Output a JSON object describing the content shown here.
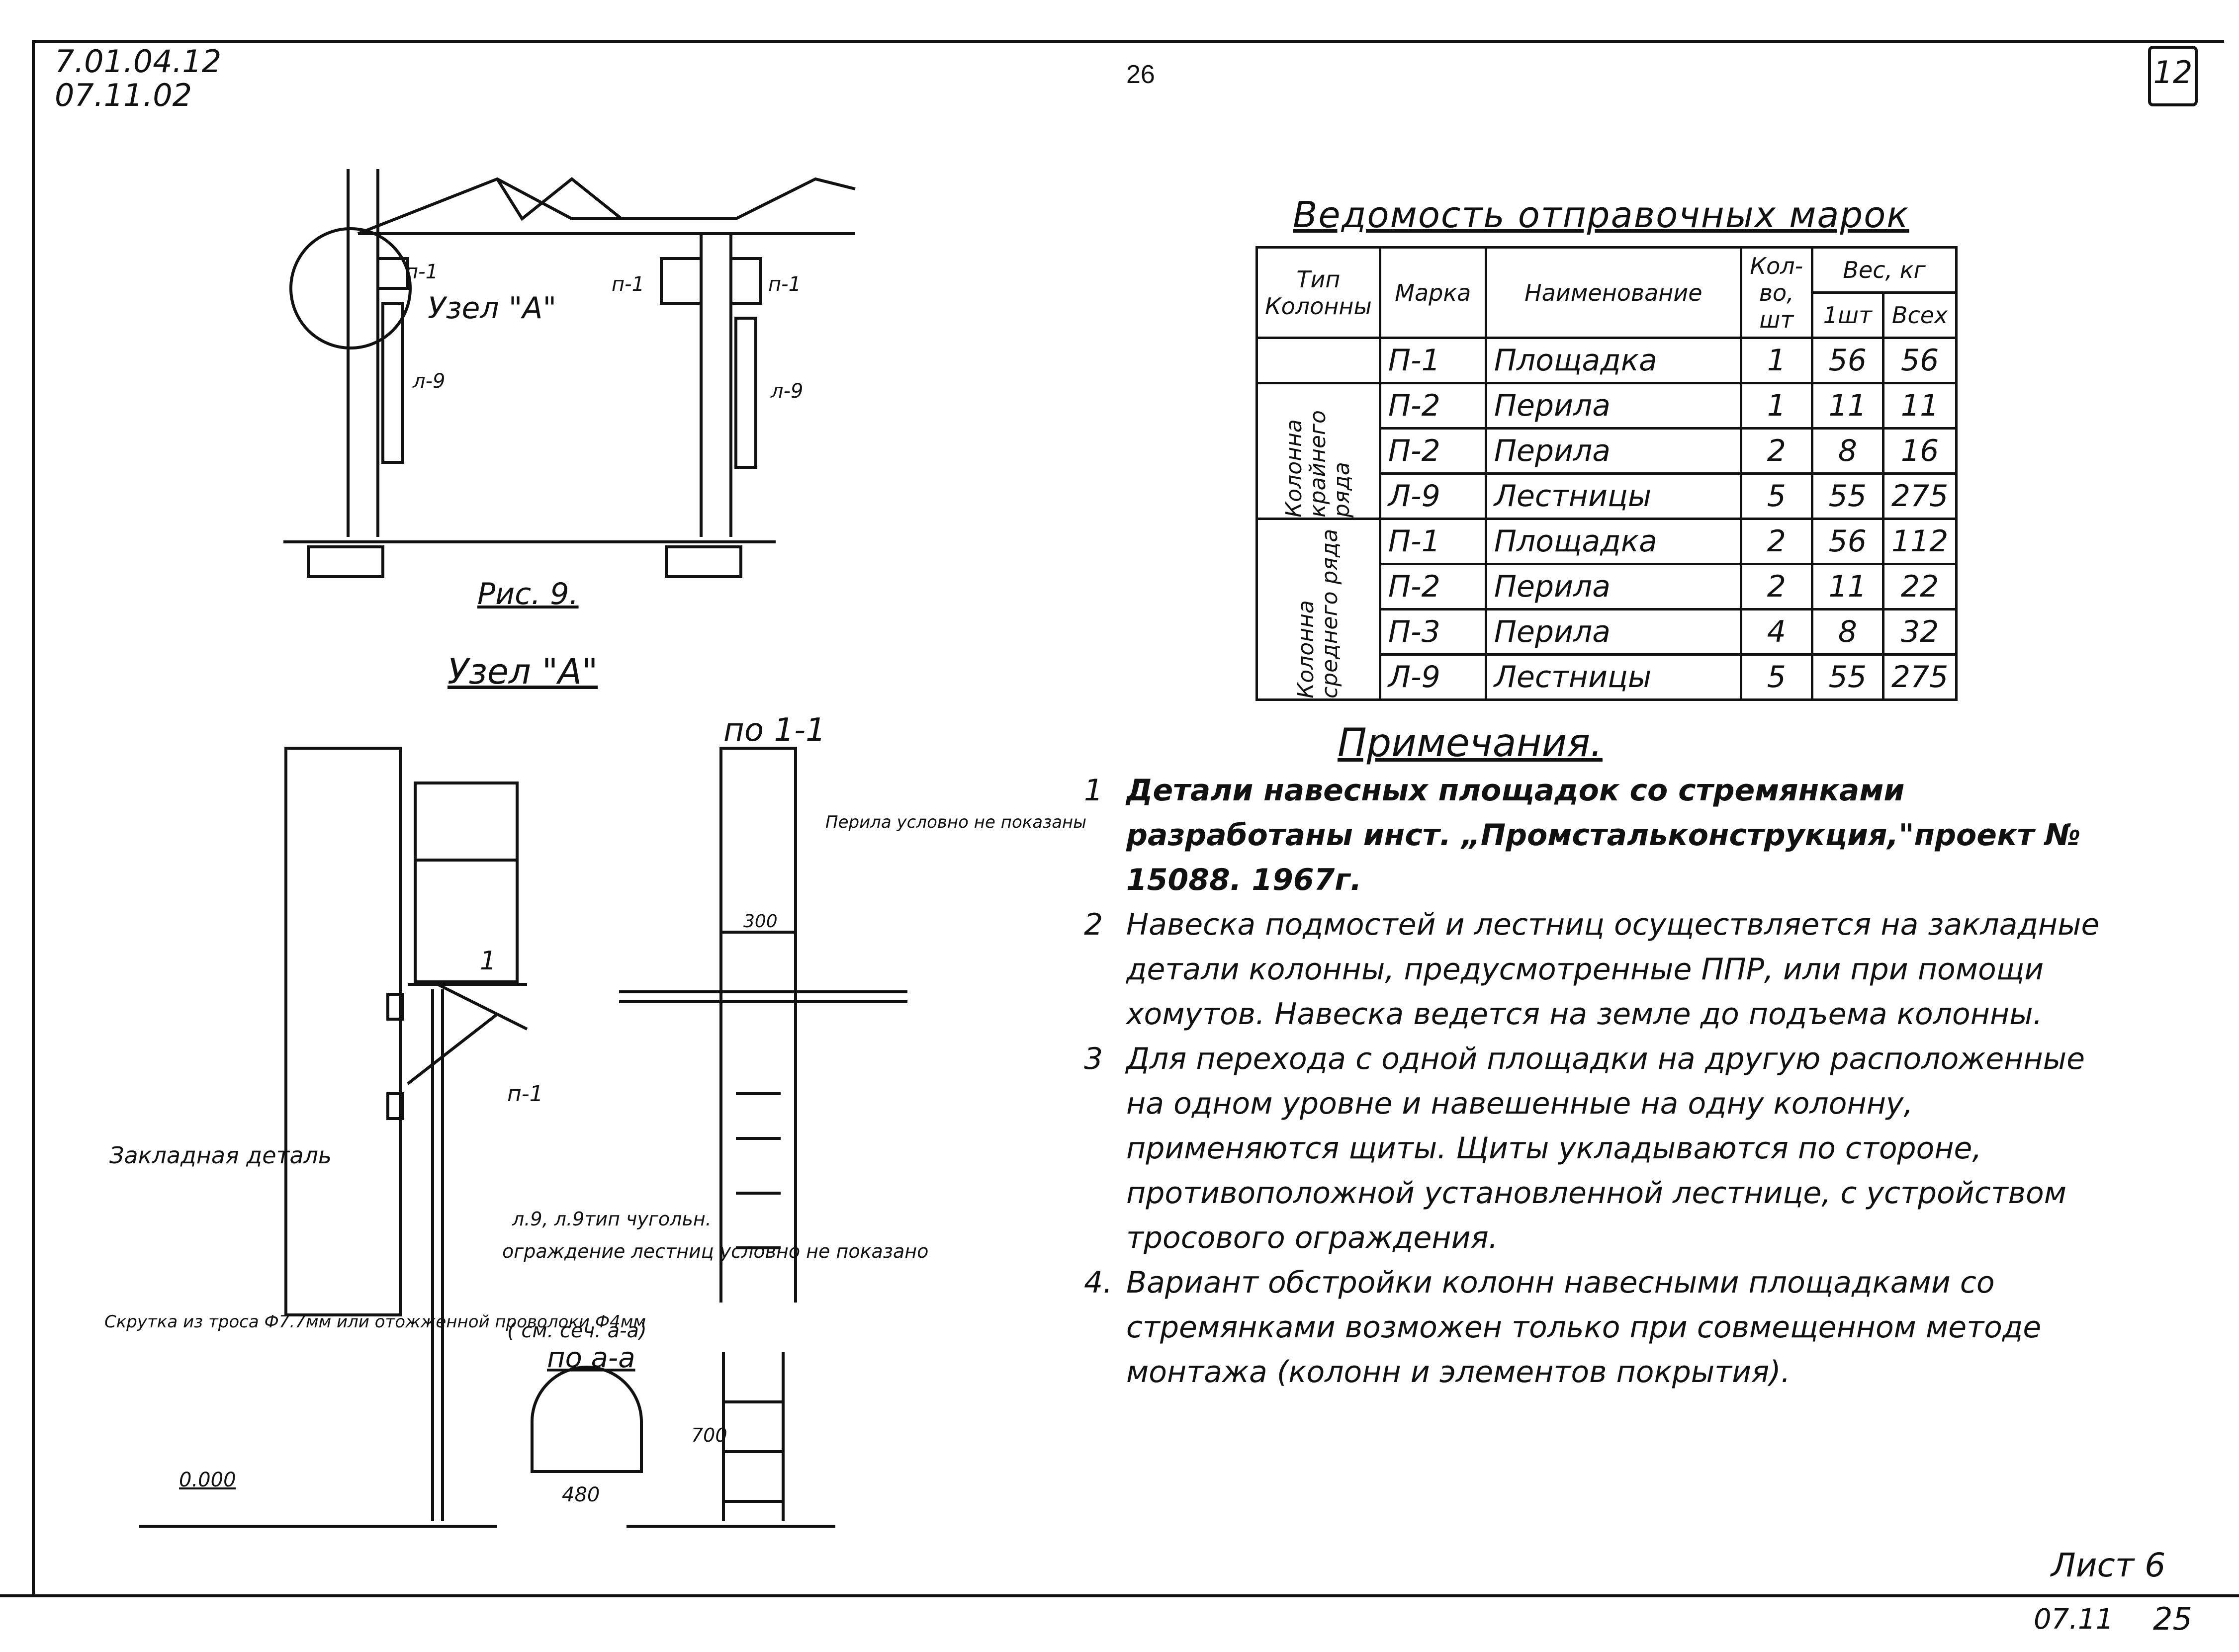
{
  "header": {
    "doc_code_line1": "7.01.04.12",
    "doc_code_line2": "07.11.02",
    "page_number": "26",
    "stamp": "12"
  },
  "figure": {
    "node_label_top": "Узел \"А\"",
    "mark_p1": "п-1",
    "mark_l9": "л-9",
    "caption_fig": "Рис. 9.",
    "node_title": "Узел \"А\"",
    "section_1_1": "по 1-1",
    "railing_note": "Перила условно не показаны",
    "dim_300": "300",
    "callout_1": "1",
    "embedded_part": "Закладная деталь",
    "ladder_note_1": "л.9, л.9тип чугольн.",
    "ladder_note_2": "ограждение лестниц условно не показано",
    "ladder_note_3": "( см. сеч. а-а)",
    "section_a_a": "по а-а",
    "dim_700": "700",
    "dim_480": "480",
    "twist_note": "Скрутка из троса Ф7.7мм или отожженной проволоки Ф4мм",
    "level_0": "0.000"
  },
  "table": {
    "title": "Ведомость отправочных марок",
    "headers": {
      "type_line1": "Тип",
      "type_line2": "Колонны",
      "mark": "Марка",
      "name": "Наименование",
      "qty": "Кол-во, шт",
      "weight": "Вес, кг",
      "weight_unit": "1шт",
      "weight_total": "Всех"
    },
    "group1": "Колонна крайнего ряда",
    "group2": "Колонна среднего ряда",
    "rows": [
      {
        "mark": "П-1",
        "name": "Площадка",
        "qty": "1",
        "w1": "56",
        "wall": "56"
      },
      {
        "mark": "П-2",
        "name": "Перила",
        "qty": "1",
        "w1": "11",
        "wall": "11"
      },
      {
        "mark": "П-2",
        "name": "Перила",
        "qty": "2",
        "w1": "8",
        "wall": "16"
      },
      {
        "mark": "Л-9",
        "name": "Лестницы",
        "qty": "5",
        "w1": "55",
        "wall": "275"
      },
      {
        "mark": "П-1",
        "name": "Площадка",
        "qty": "2",
        "w1": "56",
        "wall": "112"
      },
      {
        "mark": "П-2",
        "name": "Перила",
        "qty": "2",
        "w1": "11",
        "wall": "22"
      },
      {
        "mark": "П-3",
        "name": "Перила",
        "qty": "4",
        "w1": "8",
        "wall": "32"
      },
      {
        "mark": "Л-9",
        "name": "Лестницы",
        "qty": "5",
        "w1": "55",
        "wall": "275"
      }
    ]
  },
  "notes": {
    "title": "Примечания.",
    "items": [
      {
        "num": "1",
        "text": "Детали навесных площадок со стремянками разработаны инст. „Промстальконструкция,\"проект № 15088. 1967г."
      },
      {
        "num": "2",
        "text": "Навеска подмостей и лестниц осуществляется на закладные детали колонны, предусмотренные ППР, или при помощи хомутов. Навеска ведется на земле до подъема колонны."
      },
      {
        "num": "3",
        "text": "Для перехода с одной площадки на другую расположенные на одном уровне и навешенные на одну колонну, применяются щиты. Щиты укладываются по стороне, противоположной установленной лестнице, с устройством тросового ограждения."
      },
      {
        "num": "4.",
        "text": "Вариант обстройки колонн навесными площадками со стремянками возможен только при совмещенном методе монтажа (колонн и элементов покрытия)."
      }
    ]
  },
  "footer": {
    "sheet": "Лист 6",
    "code": "07.11",
    "num": "25"
  }
}
